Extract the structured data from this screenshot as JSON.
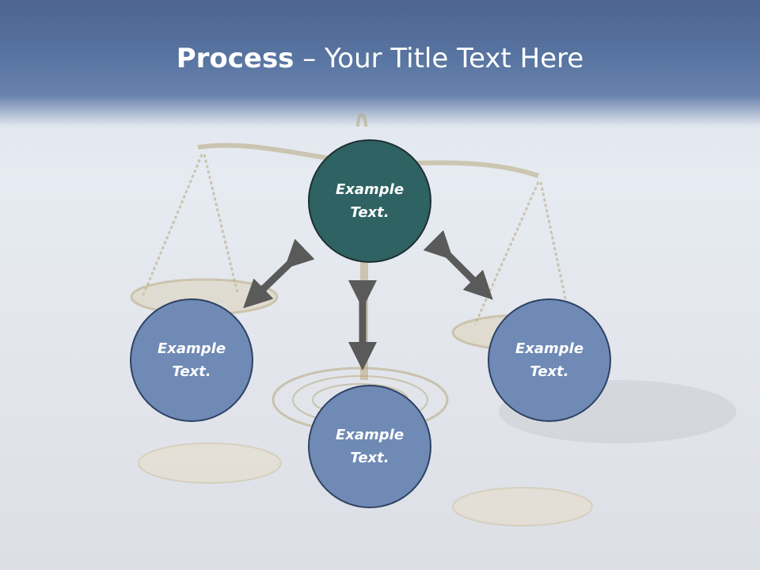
{
  "slide": {
    "title_bold": "Process",
    "title_rest": " – Your Title Text Here"
  },
  "nodes": {
    "top": "Example Text.",
    "left": "Example Text.",
    "right": "Example Text.",
    "bottom": "Example Text."
  },
  "colors": {
    "header": "#5874a0",
    "center_node": "#2f6262",
    "side_node": "#6f8ab5",
    "arrow": "#5a5a5a"
  }
}
